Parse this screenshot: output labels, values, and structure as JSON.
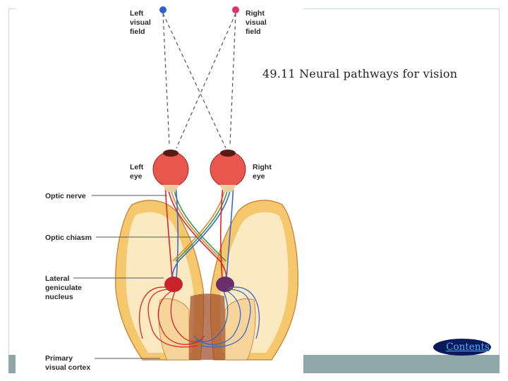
{
  "slide": {
    "title": "49.11 Neural pathways for vision",
    "contents_label": "Contents"
  },
  "figure": {
    "labels": {
      "left_field": [
        "Left",
        "visual",
        "field"
      ],
      "right_field": [
        "Right",
        "visual",
        "field"
      ],
      "left_eye": [
        "Left",
        "eye"
      ],
      "right_eye": [
        "Right",
        "eye"
      ],
      "optic_nerve": "Optic nerve",
      "optic_chiasm": "Optic chiasm",
      "lgn": [
        "Lateral",
        "geniculate",
        "nucleus"
      ],
      "visual_cortex": [
        "Primary",
        "visual cortex"
      ]
    },
    "colors": {
      "left_field_dot": "#2d5fd8",
      "right_field_dot": "#e0306a",
      "eye": "#e8564e",
      "brain_outer": "#f6c86e",
      "brain_inner": "#fbe9c2",
      "lgn_left": "#c8232c",
      "lgn_right": "#6a2f6a",
      "red_path": "#d8262b",
      "blue_path": "#3a68c9"
    }
  }
}
